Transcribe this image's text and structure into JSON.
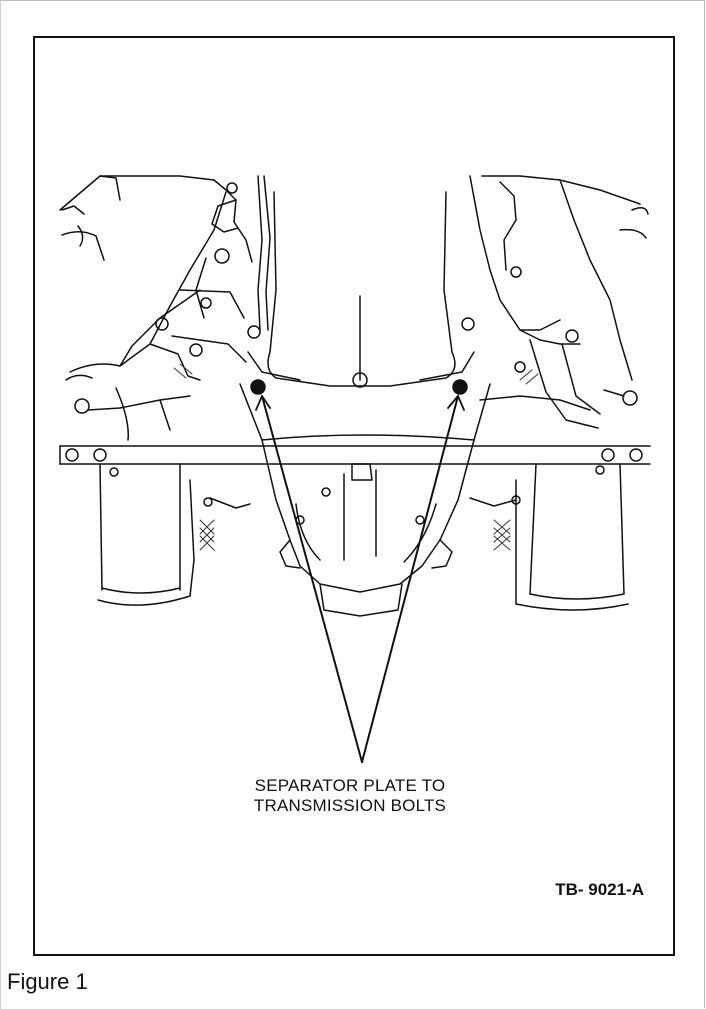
{
  "figure": {
    "callout": {
      "line1": "SEPARATOR PLATE TO",
      "line2": "TRANSMISSION BOLTS"
    },
    "id": "TB- 9021-A",
    "caption": "Figure 1"
  },
  "style": {
    "ink": "#111111",
    "hatch": "#333333"
  }
}
